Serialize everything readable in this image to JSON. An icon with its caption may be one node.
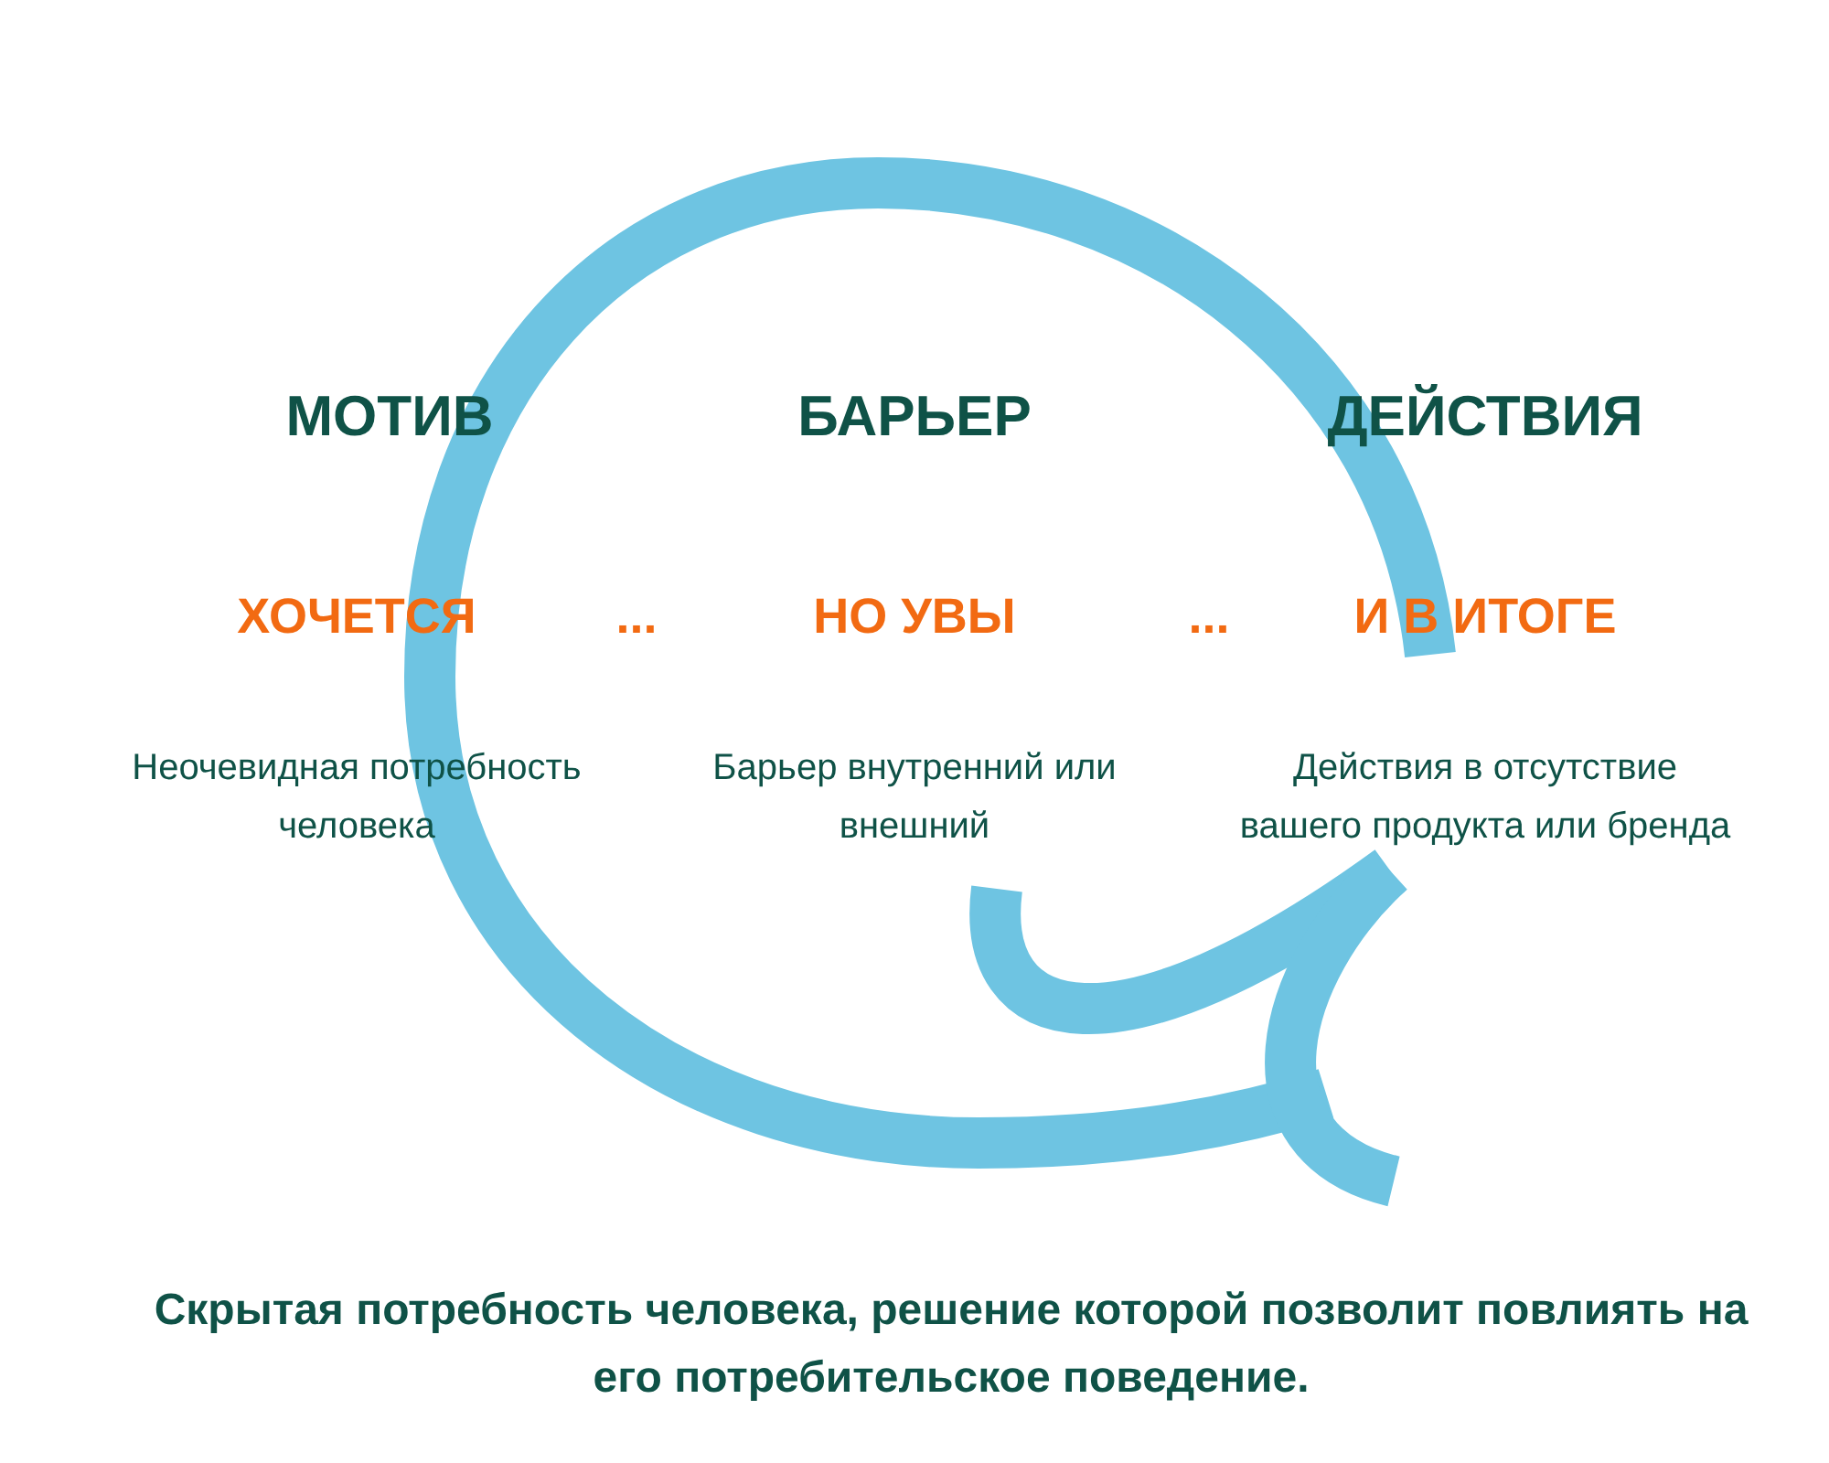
{
  "diagram": {
    "caption": "Скрытая потребность человека, решение которой позволит повлиять на его потребительское поведение.",
    "labels": [
      "МОТИВ",
      "БАРЬЕР",
      "ДЕЙСТВИЯ",
      "ХОЧЕТСЯ",
      "...",
      "НО УВЫ",
      "...",
      "И В ИТОГЕ",
      "Неочевидная потребность человека",
      "Барьер внутренний или внешний",
      "Действия в отсутствие вашего продукта или бренда"
    ]
  }
}
